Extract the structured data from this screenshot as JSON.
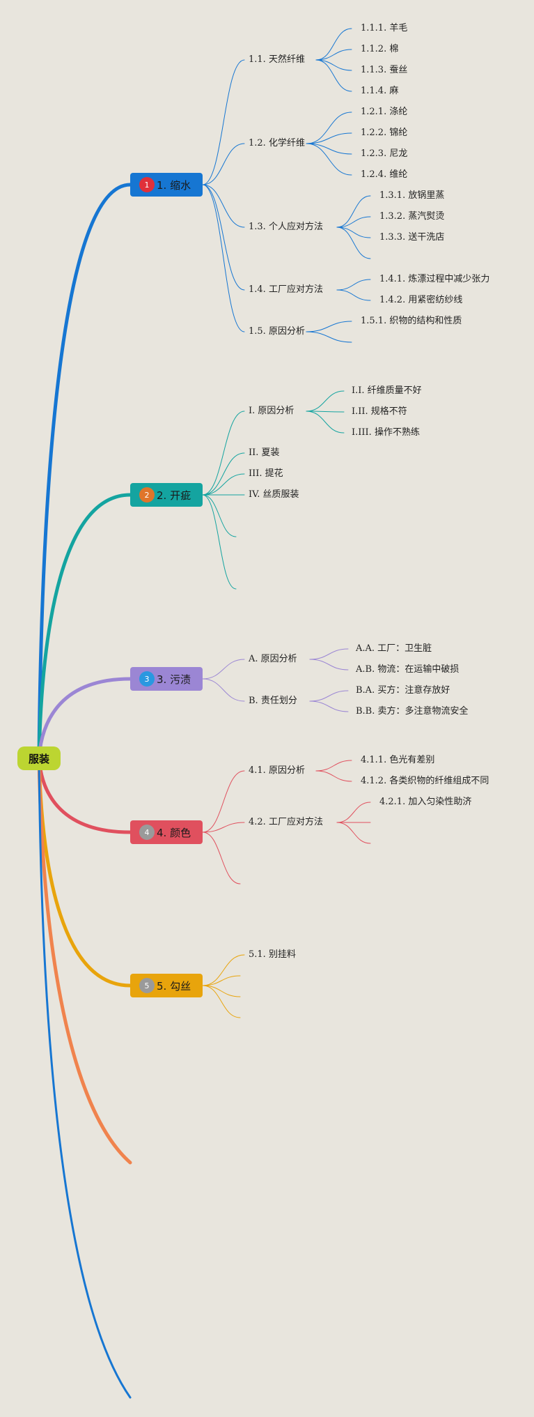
{
  "root": "服装",
  "colors": {
    "background": "#e8e5dd",
    "root": "#bcd531",
    "branch1": "#1676d2",
    "branch2": "#14a4a0",
    "branch3": "#9b86d4",
    "branch4": "#e0505e",
    "branch5": "#e8a40c",
    "branch6": "#f0834d",
    "branch7": "#1676d2"
  },
  "topics": [
    {
      "label": "1. 缩水",
      "badge": "1",
      "badge_color": "#e0303a"
    },
    {
      "label": "2. 开疵",
      "badge": "2",
      "badge_color": "#e0752a"
    },
    {
      "label": "3. 污渍",
      "badge": "3",
      "badge_color": "#2a98e0"
    },
    {
      "label": "4. 颜色",
      "badge": "4",
      "badge_color": "#9a9a9a"
    },
    {
      "label": "5. 勾丝",
      "badge": "5",
      "badge_color": "#9a9a9a"
    }
  ],
  "subtopics": [
    "1.1. 天然纤维",
    "1.2. 化学纤维",
    "1.3. 个人应对方法",
    "1.4. 工厂应对方法",
    "1.5. 原因分析",
    "I. 原因分析",
    "II. 夏装",
    "III. 提花",
    "IV. 丝质服装",
    "A. 原因分析",
    "B. 责任划分",
    "4.1. 原因分析",
    "4.2. 工厂应对方法",
    "5.1. 别挂料"
  ],
  "leaves": [
    "1.1.1. 羊毛",
    "1.1.2. 棉",
    "1.1.3. 蚕丝",
    "1.1.4. 麻",
    "1.2.1. 涤纶",
    "1.2.2. 锦纶",
    "1.2.3. 尼龙",
    "1.2.4. 维纶",
    "1.3.1. 放锅里蒸",
    "1.3.2. 蒸汽熨烫",
    "1.3.3. 送干洗店",
    "1.4.1. 炼漂过程中减少张力",
    "1.4.2. 用紧密纺纱线",
    "1.5.1. 织物的结构和性质",
    "I.I. 纤维质量不好",
    "I.II. 规格不符",
    "I.III. 操作不熟练",
    "A.A. 工厂：卫生脏",
    "A.B. 物流：在运输中破损",
    "B.A. 买方：注意存放好",
    "B.B. 卖方：多注意物流安全",
    "4.1.1. 色光有差别",
    "4.1.2. 各类织物的纤维组成不同",
    "4.2.1. 加入匀染性助济"
  ]
}
